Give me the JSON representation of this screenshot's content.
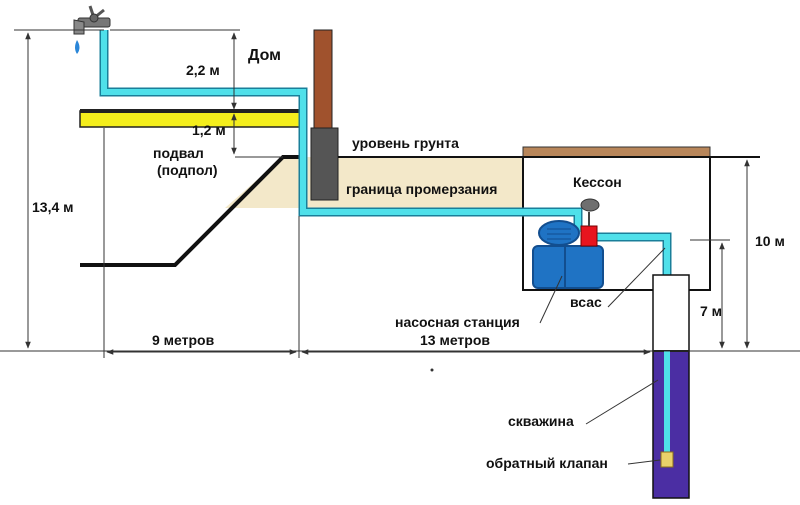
{
  "labels": {
    "house": "Дом",
    "dim_2_2": "2,2 м",
    "dim_1_2": "1,2 м",
    "basement_1": "подвал",
    "basement_2": "(подпол)",
    "ground_level": "уровень грунта",
    "freezing_boundary": "граница промерзания",
    "caisson": "Кессон",
    "dim_13_4": "13,4 м",
    "dim_10": "10 м",
    "dim_7": "7 м",
    "suction": "всас",
    "pump_station": "насосная станция",
    "dist_9": "9 метров",
    "dist_13": "13 метров",
    "well": "скважина",
    "check_valve": "обратный клапан"
  },
  "colors": {
    "pipe": "#4fe0ea",
    "pipe_outline": "#1a7f9a",
    "insulation": "#f4ee1c",
    "soil": "#f3e8c9",
    "chimney": "#a0522d",
    "wall": "#555555",
    "pump": "#1f73c4",
    "pump_dark": "#124e8f",
    "valve_red": "#e8141e",
    "well_casing": "#4b2ea3",
    "caisson_roof": "#b8865a",
    "gauge": "#6f6f6f"
  },
  "icons": {
    "faucet": "faucet-icon",
    "pump": "pump-icon",
    "gauge": "pressure-gauge-icon",
    "valve": "check-valve-icon"
  }
}
